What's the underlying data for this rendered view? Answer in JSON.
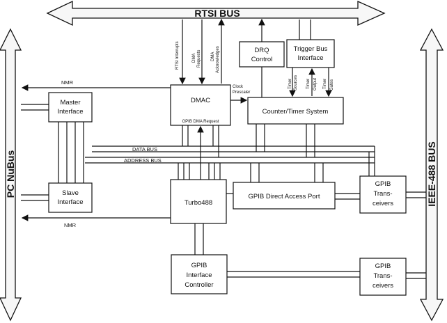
{
  "buses": {
    "rtsi": "RTSI BUS",
    "pc_nubus": "PC NuBus",
    "ieee488": "IEEE-488 BUS",
    "data_bus": "DATA BUS",
    "address_bus": "ADDRESS BUS"
  },
  "blocks": {
    "master_interface": [
      "Master",
      "Interface"
    ],
    "slave_interface": [
      "Slave",
      "Interface"
    ],
    "dmac": "DMAC",
    "gpib_dma_request": "GPIB DMA Request",
    "drq_control": [
      "DRQ",
      "Control"
    ],
    "trigger_bus_interface": [
      "Trigger Bus",
      "Interface"
    ],
    "counter_timer": "Counter/Timer System",
    "turbo488": "Turbo488",
    "gpib_direct_access_port": "GPIB Direct Access Port",
    "gpib_transceivers_top": [
      "GPIB",
      "Trans-",
      "ceivers"
    ],
    "gpib_interface_controller": [
      "GPIB",
      "Interface",
      "Controller"
    ],
    "gpib_transceivers_bottom": [
      "GPIB",
      "Trans-",
      "ceivers"
    ]
  },
  "signals": {
    "nmr_top": "NMR",
    "nmr_bottom": "NMR",
    "rtsi_interrupts": "RTSI Interrupts",
    "dma_requests": [
      "DMA",
      "Requests"
    ],
    "dma_acknowledges": [
      "DMA",
      "Acknowledges"
    ],
    "clock_prescaler": [
      "Clock",
      "Prescaler"
    ],
    "timer_sources": [
      "Timer",
      "Sources"
    ],
    "timer_output": [
      "Timer",
      "Output"
    ],
    "timer_gates": [
      "Timer",
      "Gates"
    ]
  }
}
